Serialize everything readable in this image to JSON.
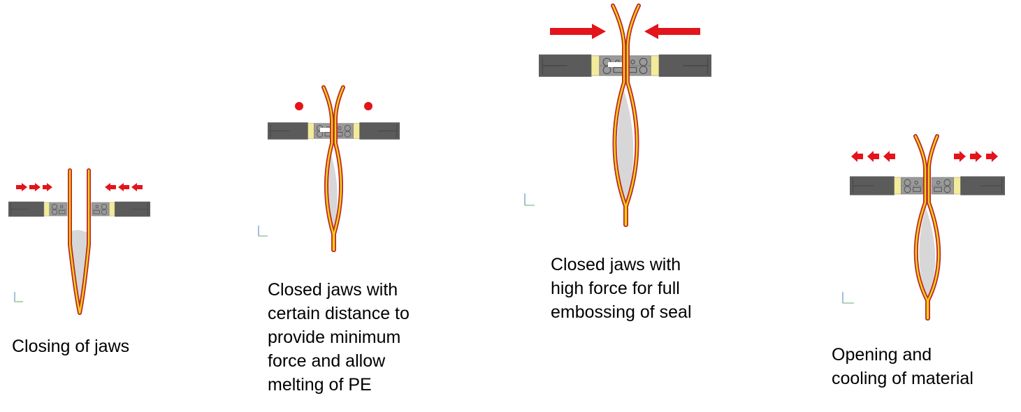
{
  "steps": [
    {
      "caption_lines": [
        "Closing of jaws"
      ],
      "jaw_state": "closing"
    },
    {
      "caption_lines": [
        "Closed jaws with",
        "certain distance to",
        "provide minimum",
        "force and allow",
        "melting of PE"
      ],
      "jaw_state": "closed-minimum-force"
    },
    {
      "caption_lines": [
        "Closed jaws with",
        "high force for full",
        "embossing of seal"
      ],
      "jaw_state": "closed-high-force"
    },
    {
      "caption_lines": [
        "Opening and",
        "cooling of material"
      ],
      "jaw_state": "opening"
    }
  ],
  "colors": {
    "film_outer": "#c0282d",
    "film_core": "#f1d313",
    "jaw_body": "#5b5b5b",
    "jaw_plate": "#9a9a9a",
    "jaw_insert": "#f3eb9c",
    "product": "#d7d7d7",
    "arrow": "#e3141b"
  },
  "icons": [
    "right-arrow-icon",
    "left-arrow-icon",
    "pressure-dot-icon",
    "axis-triad-icon"
  ]
}
